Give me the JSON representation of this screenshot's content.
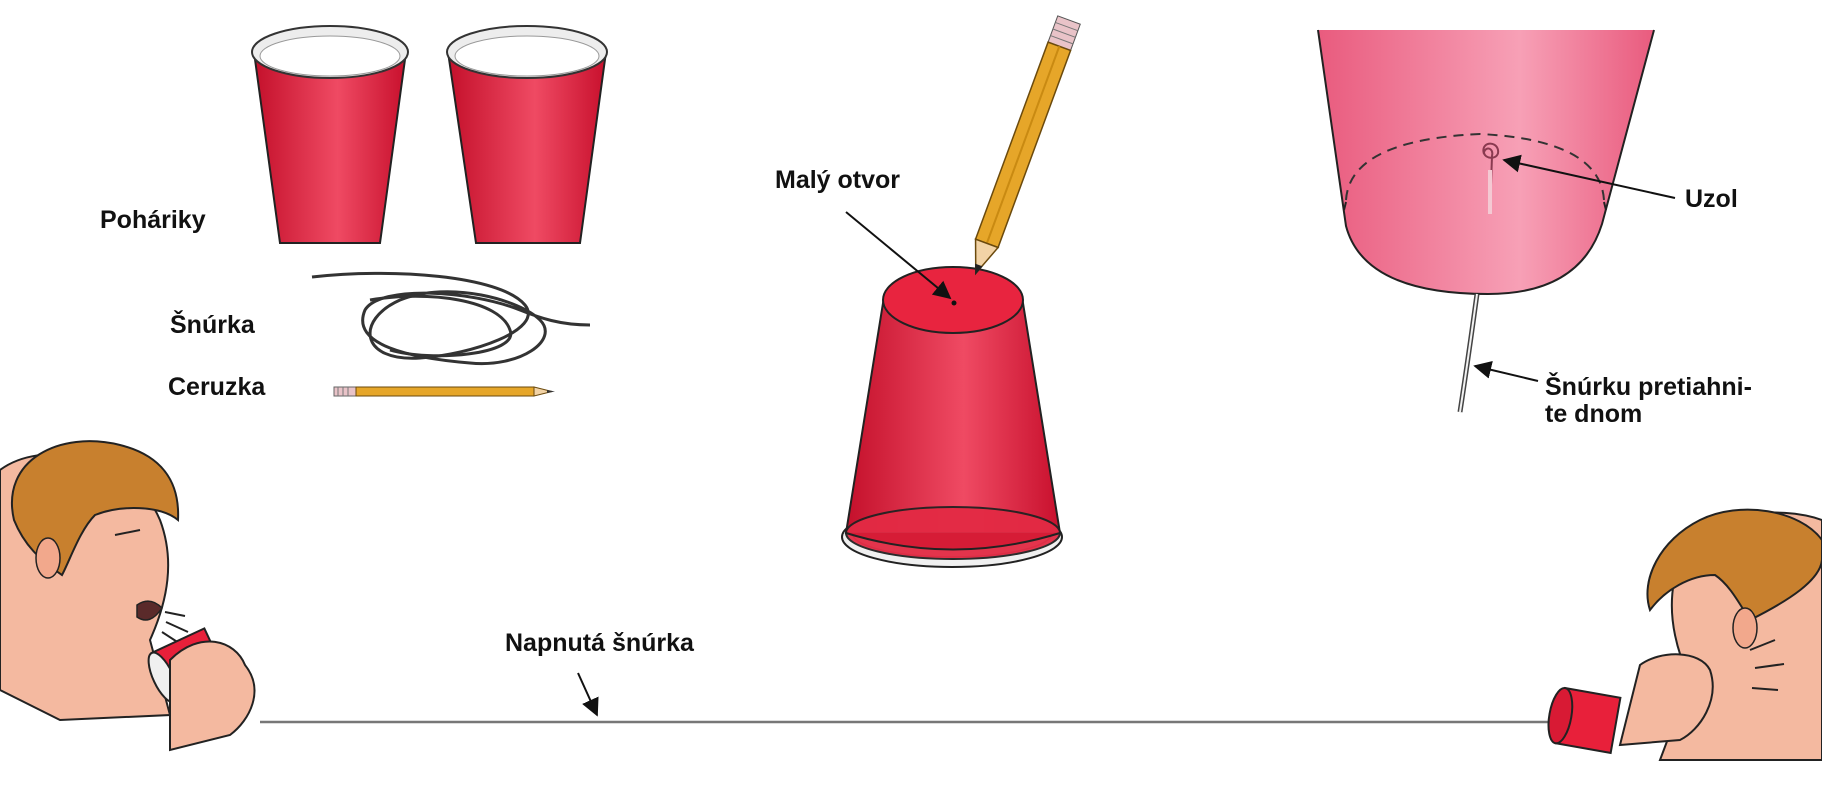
{
  "labels": {
    "cups": "Poháriky",
    "string": "Šnúrka",
    "pencil": "Ceruzka",
    "small_hole": "Malý otvor",
    "knot": "Uzol",
    "pull_line1": "Šnúrku pretiahni-",
    "pull_line2": "te dnom",
    "taut_string": "Napnutá šnúrka"
  },
  "colors": {
    "cup_red": "#e8203a",
    "cup_red_dark": "#c0102a",
    "cup_pink": "#ef6f8f",
    "pencil_yellow": "#e6a629",
    "skin": "#f4b9a0",
    "hair": "#c8802e"
  }
}
